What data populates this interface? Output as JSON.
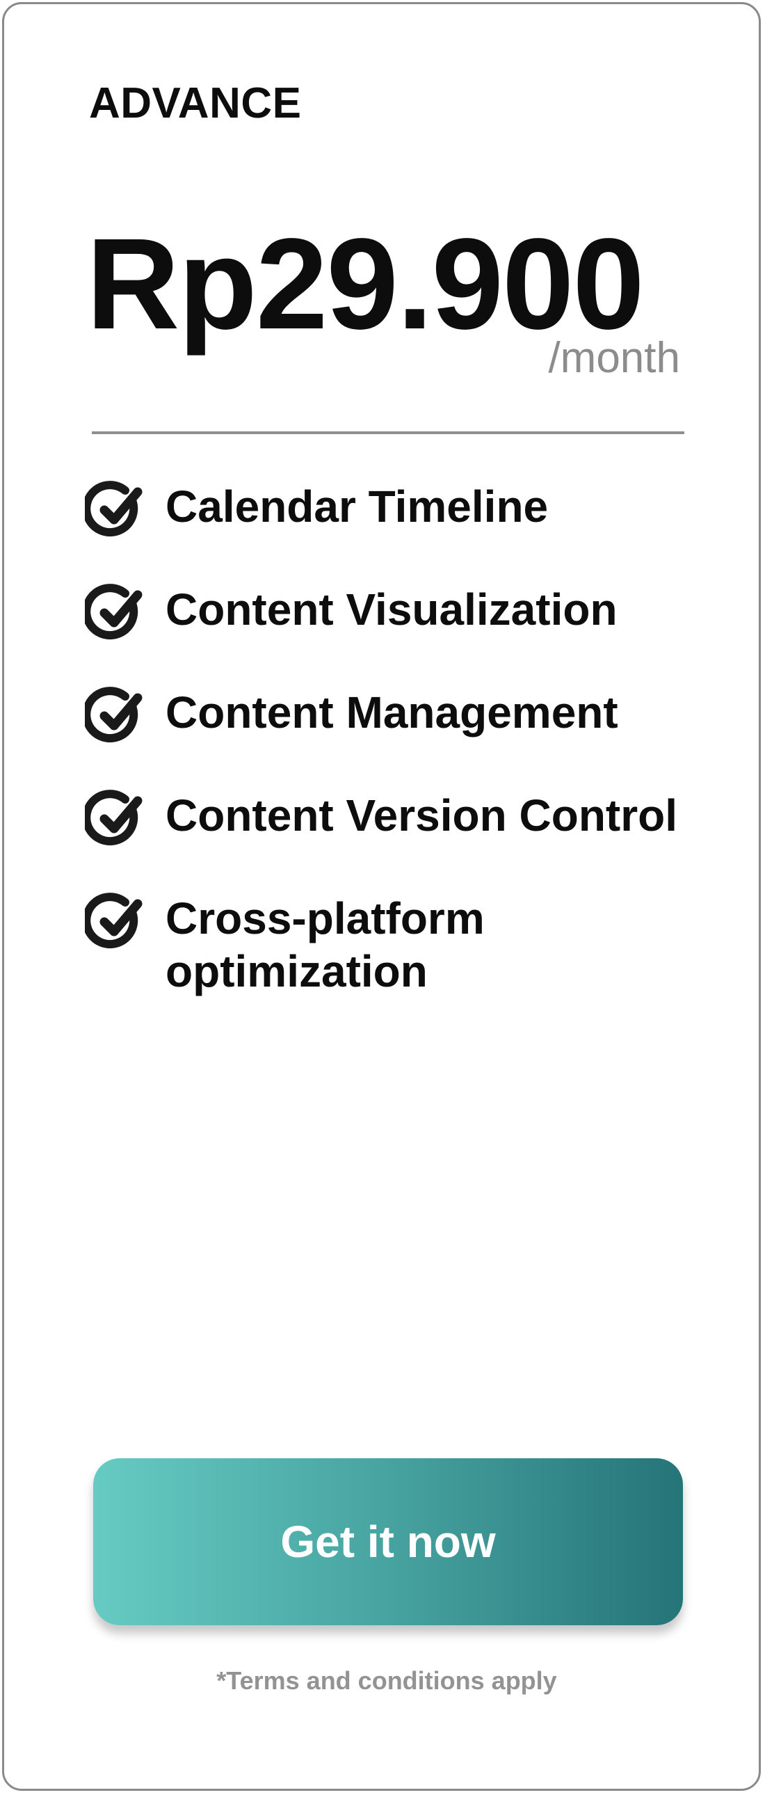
{
  "plan": {
    "name": "ADVANCE",
    "price": "Rp29.900",
    "period": "/month"
  },
  "features": [
    {
      "label": "Calendar Timeline",
      "icon": "check-circle-icon"
    },
    {
      "label": "Content Visualization",
      "icon": "check-circle-icon"
    },
    {
      "label": "Content Management",
      "icon": "check-circle-icon"
    },
    {
      "label": "Content Version Control",
      "icon": "check-circle-icon"
    },
    {
      "label": "Cross-platform optimization",
      "icon": "check-circle-icon"
    }
  ],
  "cta": {
    "label": "Get it now"
  },
  "terms": "*Terms and conditions apply",
  "colors": {
    "text": "#0d0d0d",
    "muted": "#8c8c8c",
    "cta_start": "#66cbc2",
    "cta_end": "#257478",
    "border": "#8a8a8a"
  }
}
